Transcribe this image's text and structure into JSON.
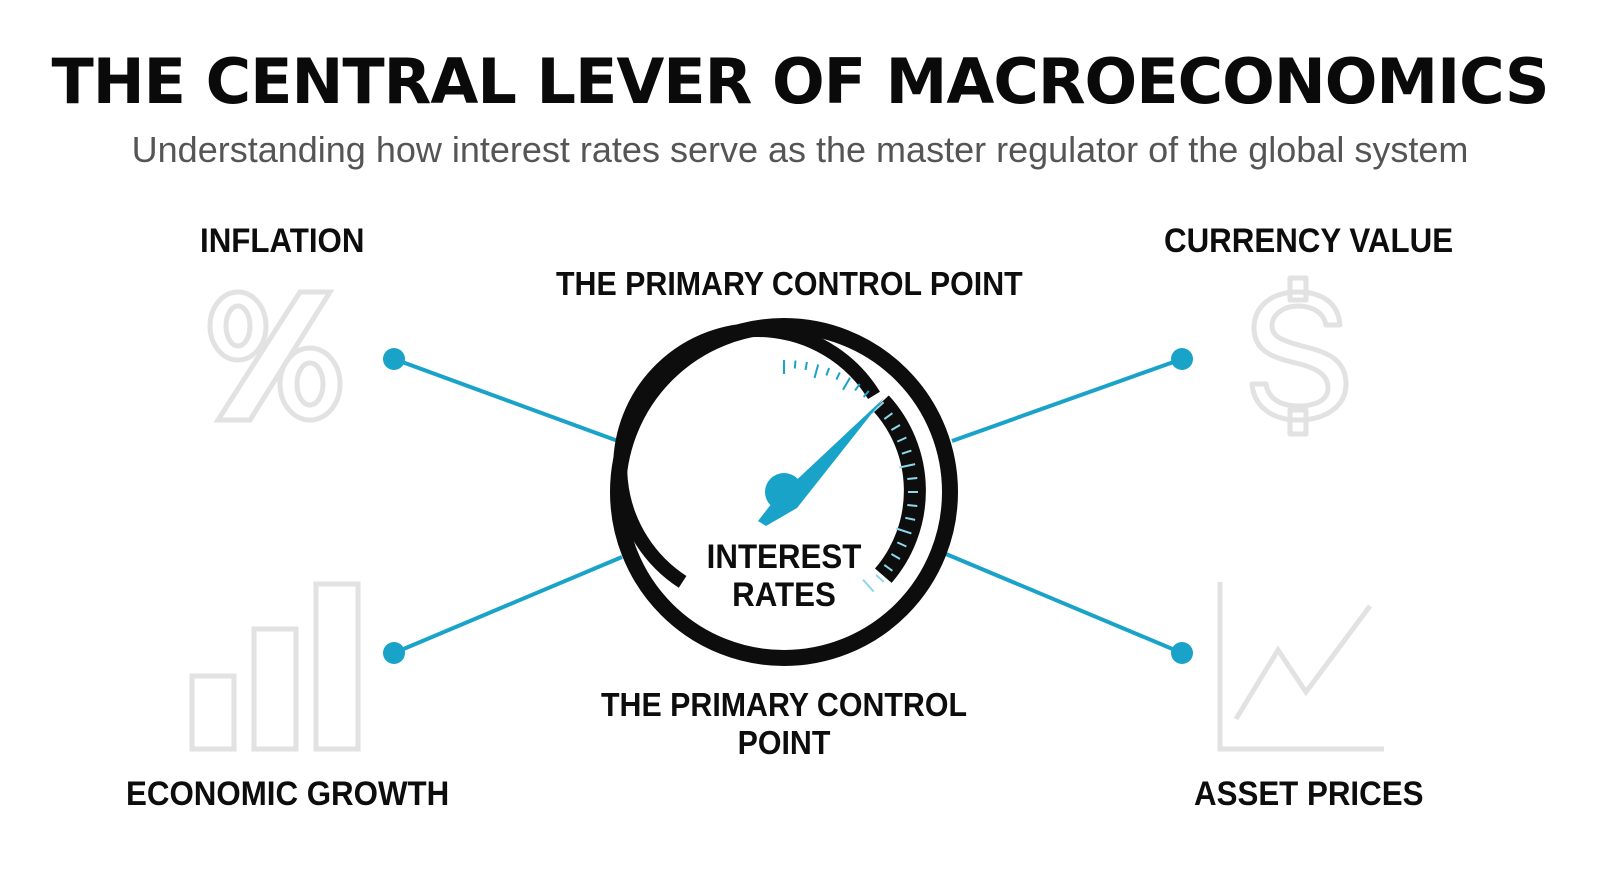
{
  "header": {
    "title": "THE CENTRAL LEVER OF MACROECONOMICS",
    "subtitle": "Understanding how interest rates serve as the master regulator of the global system"
  },
  "center": {
    "label_top": "THE PRIMARY CONTROL POINT",
    "label_bottom": "THE PRIMARY CONTROL POINT",
    "gauge_label": "INTEREST RATES"
  },
  "nodes": {
    "inflation": {
      "label": "INFLATION",
      "icon": "percent-icon"
    },
    "currency": {
      "label": "CURRENCY VALUE",
      "icon": "dollar-icon"
    },
    "growth": {
      "label": "ECONOMIC GROWTH",
      "icon": "bar-chart-icon"
    },
    "assets": {
      "label": "ASSET PRICES",
      "icon": "line-chart-icon"
    }
  },
  "colors": {
    "accent": "#1aa3c8",
    "ink": "#0d0d0d",
    "icon_gray": "#e2e2e2",
    "subtitle_gray": "#555555"
  }
}
